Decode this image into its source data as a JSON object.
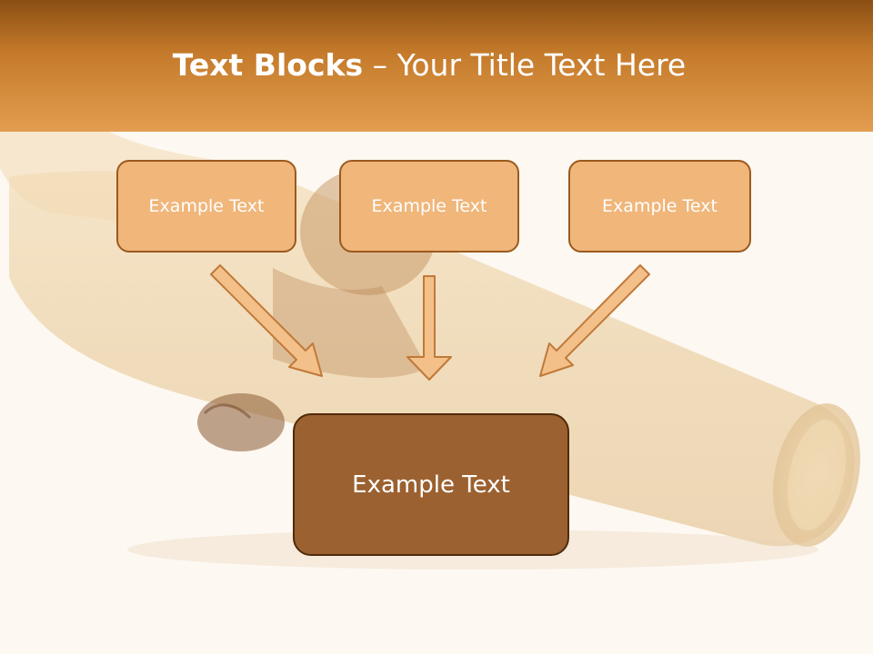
{
  "slide": {
    "title_bold": "Text Blocks",
    "title_dash": " – ",
    "title_rest": "Your Title Text Here"
  },
  "blocks": {
    "left": "Example Text",
    "center": "Example Text",
    "right": "Example Text",
    "main": "Example Text"
  },
  "colors": {
    "header_top": "#8a4f14",
    "header_bottom": "#e39d50",
    "small_box_fill": "#f0b67a",
    "small_box_border": "#9b5a1e",
    "main_box_fill": "#9b6130",
    "main_box_border": "#4f2b0c",
    "background": "#fdf8f1"
  }
}
